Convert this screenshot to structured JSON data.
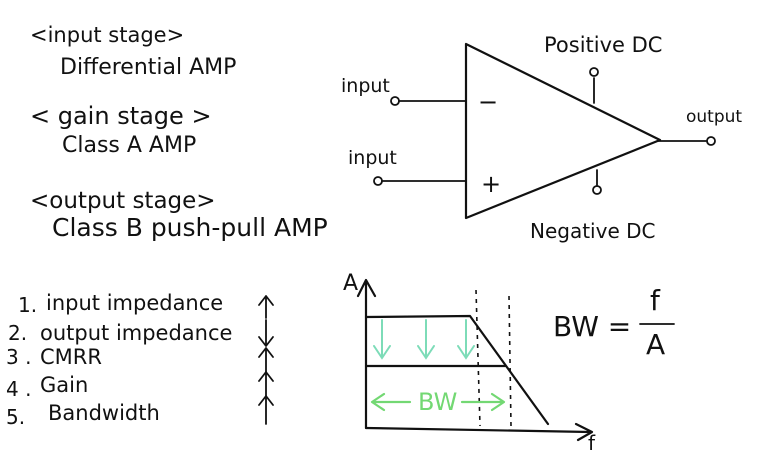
{
  "colors": {
    "ink": "#111111",
    "accent": "#7ddcb8",
    "bw": "#73d873"
  },
  "stages": [
    {
      "heading": "<input stage>",
      "detail": "Differential AMP"
    },
    {
      "heading": "< gain stage >",
      "detail": "Class A AMP"
    },
    {
      "heading": "<output stage>",
      "detail": "Class B push-pull AMP"
    }
  ],
  "opamp": {
    "positive_dc": "Positive DC",
    "negative_dc": "Negative DC",
    "input_top": "input",
    "input_bottom": "input",
    "minus_sign": "−",
    "plus_sign": "+",
    "output": "output"
  },
  "properties": [
    {
      "number": "1.",
      "label": "input impedance",
      "direction": "up-arrow"
    },
    {
      "number": "2.",
      "label": "output impedance",
      "direction": "down-arrow"
    },
    {
      "number": "3 .",
      "label": "CMRR",
      "direction": "up-arrow"
    },
    {
      "number": "4 .",
      "label": "Gain",
      "direction": "up-arrow"
    },
    {
      "number": "5.",
      "label": "Bandwidth",
      "direction": "up-arrow"
    }
  ],
  "graph": {
    "y_axis": "A",
    "x_axis": "f",
    "bw_label": "BW"
  },
  "formula": {
    "lhs": "BW =",
    "numerator": "f",
    "denominator": "A"
  }
}
